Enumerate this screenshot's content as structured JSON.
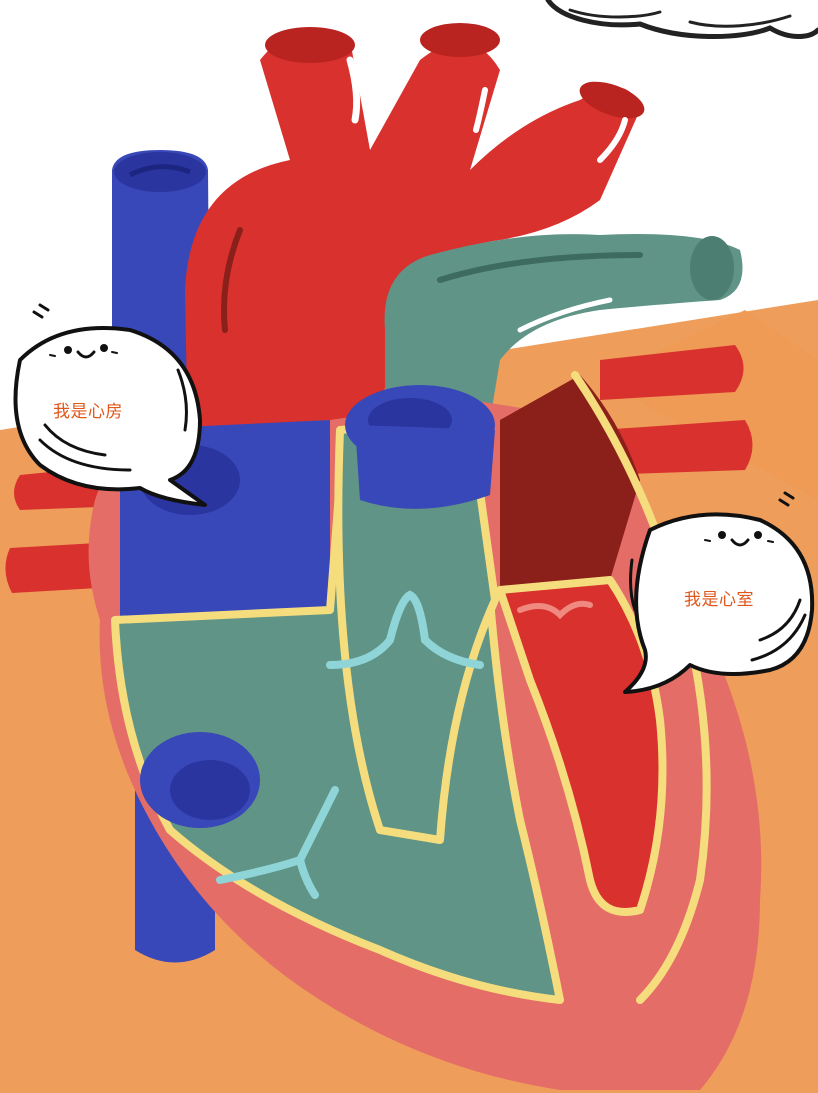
{
  "bubbles": {
    "atrium": {
      "label": "我是心房"
    },
    "ventricle": {
      "label": "我是心室"
    }
  },
  "colors": {
    "background_orange": "#ee9d5a",
    "artery_red": "#d8312e",
    "vein_blue": "#3948b8",
    "muscle_teal": "#5f9487",
    "outline_yellow": "#f5dd7e",
    "heart_pink": "#e46e67",
    "chamber_dark_red": "#8a2019",
    "valve_light_blue": "#8fd5d8",
    "bubble_text_orange": "#e0571c"
  },
  "icons": [
    "speech-bubble-face",
    "heart-illustration",
    "thought-cloud"
  ]
}
